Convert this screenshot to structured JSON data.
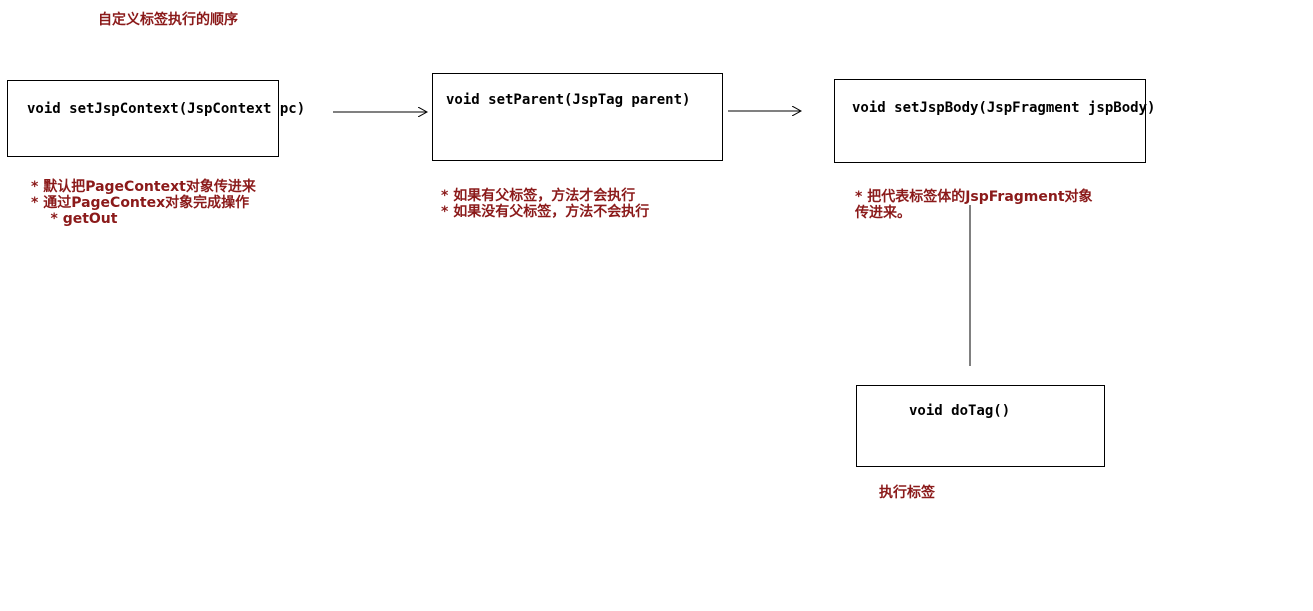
{
  "title": "自定义标签执行的顺序",
  "steps": [
    {
      "code": "void setJspContext(JspContext pc)",
      "notes": [
        "* 默认把PageContext对象传进来",
        "* 通过PageContex对象完成操作",
        "    * getOut"
      ]
    },
    {
      "code": "void setParent(JspTag parent)",
      "notes": [
        "* 如果有父标签，方法才会执行",
        "* 如果没有父标签，方法不会执行"
      ]
    },
    {
      "code": "void setJspBody(JspFragment jspBody)",
      "notes": [
        "* 把代表标签体的JspFragment对象",
        "传进来。"
      ]
    },
    {
      "code": "void doTag()",
      "notes": [
        "执行标签"
      ]
    }
  ],
  "colors": {
    "note": "#8B1A1A",
    "line": "#000000"
  }
}
